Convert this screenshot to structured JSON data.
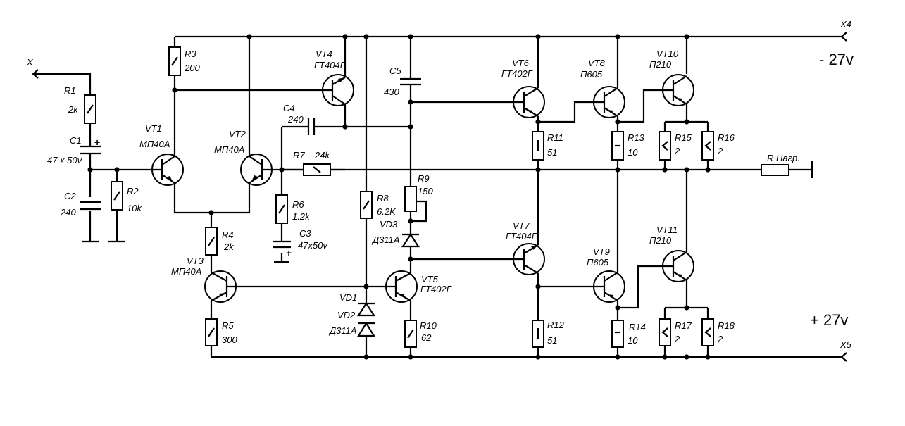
{
  "diagram": {
    "title": "Power amplifier schematic",
    "terminals": {
      "input": "X",
      "neg_supply": "X4",
      "pos_supply": "X5"
    },
    "supply_labels": {
      "negative": "- 27v",
      "positive": "+ 27v"
    },
    "resistors": {
      "R1": {
        "ref": "R1",
        "value": "2k"
      },
      "R2": {
        "ref": "R2",
        "value": "10k"
      },
      "R3": {
        "ref": "R3",
        "value": "200"
      },
      "R4": {
        "ref": "R4",
        "value": "2k"
      },
      "R5": {
        "ref": "R5",
        "value": "300"
      },
      "R6": {
        "ref": "R6",
        "value": "1.2k"
      },
      "R7": {
        "ref": "R7",
        "value": "24k"
      },
      "R8": {
        "ref": "R8",
        "value": "6.2K"
      },
      "R9": {
        "ref": "R9",
        "value": "150"
      },
      "R10": {
        "ref": "R10",
        "value": "62"
      },
      "R11": {
        "ref": "R11",
        "value": "51"
      },
      "R12": {
        "ref": "R12",
        "value": "51"
      },
      "R13": {
        "ref": "R13",
        "value": "10"
      },
      "R14": {
        "ref": "R14",
        "value": "10"
      },
      "R15": {
        "ref": "R15",
        "value": "2"
      },
      "R16": {
        "ref": "R16",
        "value": "2"
      },
      "R17": {
        "ref": "R17",
        "value": "2"
      },
      "R18": {
        "ref": "R18",
        "value": "2"
      },
      "RL": {
        "ref": "R Нагр."
      }
    },
    "capacitors": {
      "C1": {
        "ref": "C1",
        "value": "47 x 50v"
      },
      "C2": {
        "ref": "C2",
        "value": "240"
      },
      "C3": {
        "ref": "C3",
        "value": "47x50v"
      },
      "C4": {
        "ref": "C4",
        "value": "240"
      },
      "C5": {
        "ref": "C5",
        "value": "430"
      }
    },
    "transistors": {
      "VT1": {
        "ref": "VT1",
        "type": "МП40А"
      },
      "VT2": {
        "ref": "VT2",
        "type": "МП40А"
      },
      "VT3": {
        "ref": "VT3",
        "type": "МП40А"
      },
      "VT4": {
        "ref": "VT4",
        "type": "ГТ404Г"
      },
      "VT5": {
        "ref": "VT5",
        "type": "ГТ402Г"
      },
      "VT6": {
        "ref": "VT6",
        "type": "ГТ402Г"
      },
      "VT7": {
        "ref": "VT7",
        "type": "ГТ404Г"
      },
      "VT8": {
        "ref": "VT8",
        "type": "П605"
      },
      "VT9": {
        "ref": "VT9",
        "type": "П605"
      },
      "VT10": {
        "ref": "VT10",
        "type": "П210"
      },
      "VT11": {
        "ref": "VT11",
        "type": "П210"
      }
    },
    "diodes": {
      "VD1": {
        "ref": "VD1"
      },
      "VD2": {
        "ref": "VD2",
        "type": "Д311А"
      },
      "VD3": {
        "ref": "VD3",
        "type": "Д311А"
      }
    },
    "polarity_mark": "+"
  }
}
